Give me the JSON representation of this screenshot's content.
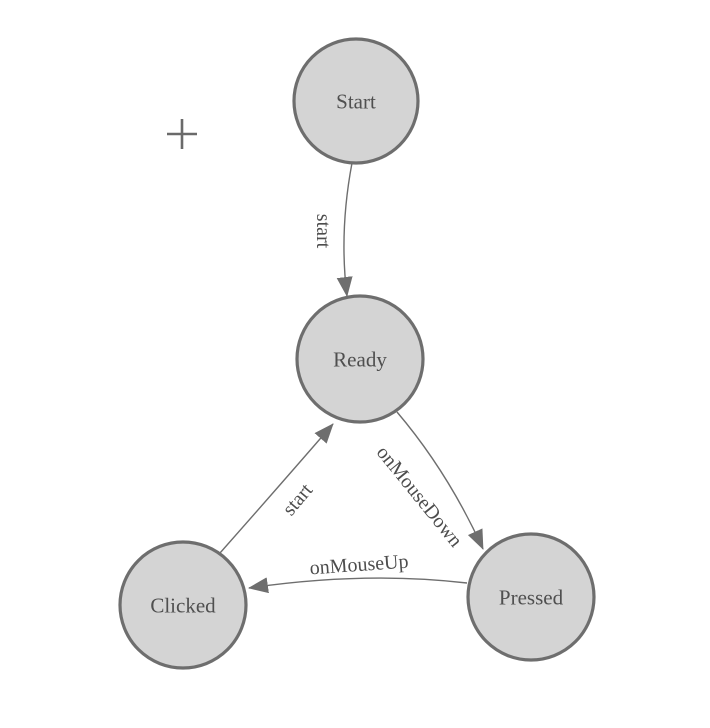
{
  "app": {
    "background_color": "#ffffff"
  },
  "diagram": {
    "type": "state-machine",
    "colors": {
      "node_fill": "#d4d4d4",
      "node_stroke": "#6e6e6e",
      "edge_color": "#6e6e6e",
      "label_color": "#4d4d4d",
      "crosshair_color": "#6a6a6a"
    },
    "nodes": [
      {
        "id": "start",
        "label": "Start"
      },
      {
        "id": "ready",
        "label": "Ready"
      },
      {
        "id": "clicked",
        "label": "Clicked"
      },
      {
        "id": "pressed",
        "label": "Pressed"
      }
    ],
    "edges": [
      {
        "from": "start",
        "to": "ready",
        "label": "start"
      },
      {
        "from": "ready",
        "to": "pressed",
        "label": "onMouseDown"
      },
      {
        "from": "pressed",
        "to": "clicked",
        "label": "onMouseUp"
      },
      {
        "from": "clicked",
        "to": "ready",
        "label": "start"
      }
    ],
    "icons": {
      "crosshair": "plus-crosshair-icon"
    }
  }
}
